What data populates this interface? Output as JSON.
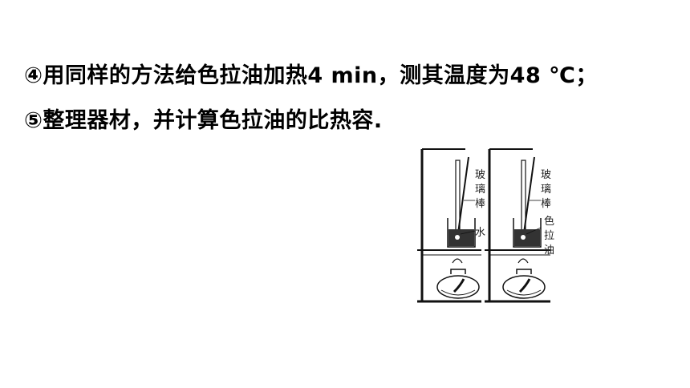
{
  "text": {
    "step4": "④用同样的方法给色拉油加热4 min，测其温度为48 ℃；",
    "step5": "⑤整理器材，并计算色拉油的比热容."
  },
  "figure": {
    "left": {
      "rod_label": [
        "玻",
        "璃",
        "棒"
      ],
      "liquid_label": "水"
    },
    "right": {
      "rod_label": [
        "玻",
        "璃",
        "棒"
      ],
      "liquid_label": [
        "色",
        "拉",
        "油"
      ]
    }
  }
}
